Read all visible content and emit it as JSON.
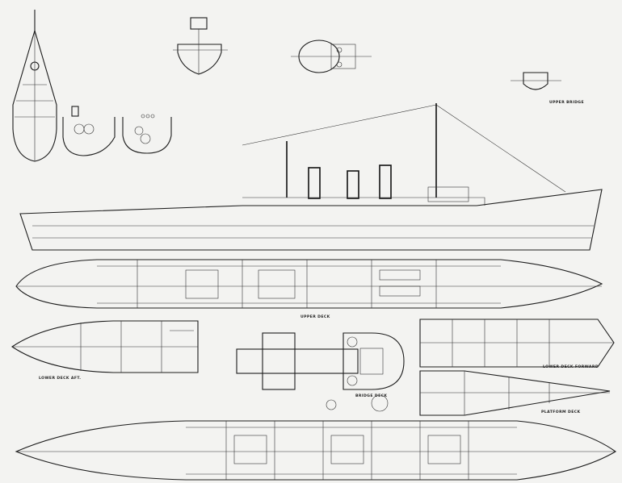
{
  "drawing": {
    "labels": {
      "upper_deck": "UPPER DECK",
      "lower_deck_aft": "LOWER DECK AFT.",
      "lower_deck_forward": "LOWER DECK FORWARD",
      "platform_deck": "PLATFORM DECK",
      "bridge_deck": "BRIDGE DECK",
      "upper_bridge": "UPPER BRIDGE"
    },
    "ink_color": "#1c1c1c",
    "paper_color": "#f3f3f1"
  }
}
